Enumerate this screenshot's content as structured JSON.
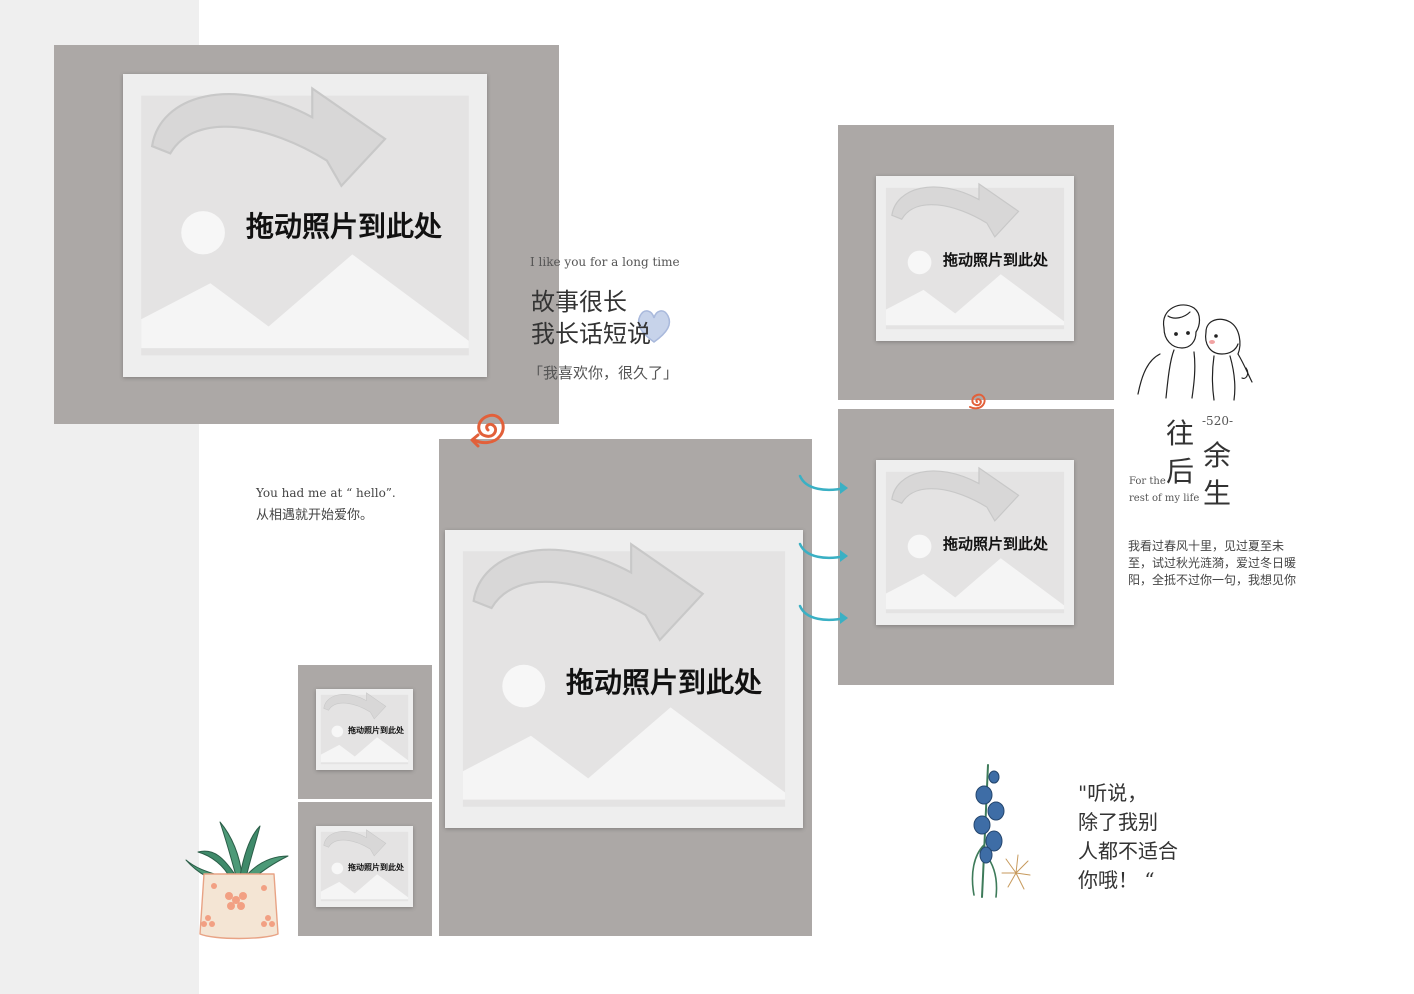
{
  "placeholder_text": "拖动照片到此处",
  "top_block": {
    "english_line": "I like you for a long time",
    "title_line1": "故事很长",
    "title_line2": "我长话短说",
    "quote": "「我喜欢你，很久了」"
  },
  "hello_block": {
    "line1": "You had me at “ hello”.",
    "line2": "从相遇就开始爱你。"
  },
  "right_block": {
    "number": "-520-",
    "char_wang": "往",
    "char_hou": "后",
    "char_yu": "余",
    "char_sheng": "生",
    "english_line1": "For the",
    "english_line2": "rest of my life",
    "para_line1": "我看过春风十里，见过夏至未",
    "para_line2": "至，试过秋光涟漪，爱过冬日暖",
    "para_line3": "阳，全抵不过你一句，我想见你"
  },
  "bottom_quote": {
    "line1": "\"听说，",
    "line2": "除了我别",
    "line3": "人都不适合",
    "line4": "你哦！ “"
  },
  "colors": {
    "slot_gray": "#aca8a6",
    "background": "#ffffff",
    "left_band": "#efefef",
    "swirl_orange": "#e2603a",
    "arrow_teal": "#3ab0c4"
  },
  "icons": {
    "placeholder": "image-placeholder-icon",
    "swirl": "swirl-arrow-icon",
    "teal_arrow": "curved-arrow-icon",
    "heart": "heart-icon",
    "couple": "couple-illustration",
    "flower": "bluebell-flower-illustration",
    "plant": "potted-succulent-illustration"
  }
}
